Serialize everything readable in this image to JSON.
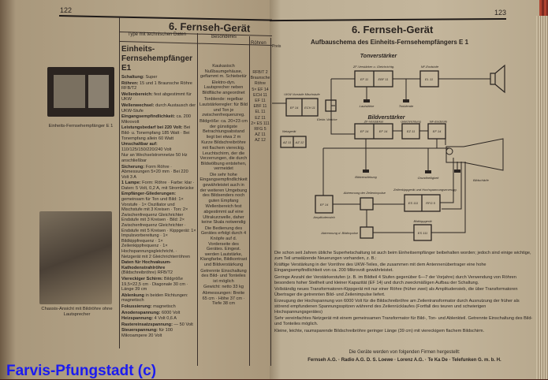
{
  "left_page": {
    "page_number": "122",
    "title": "6. Fernseh-Gerät",
    "columns": [
      "Type mit technischen Daten",
      "Besonderes",
      "Röhren",
      "Preis"
    ],
    "model_name": "Einheits-Fernsehempfänger E1",
    "photo_captions": [
      "Einheits-Fernsehempfänger E 1",
      "Chassis-Ansicht mit Bildröhre ohne Lautsprecher"
    ],
    "specs": [
      {
        "k": "Schaltung:",
        "v": "Super"
      },
      {
        "k": "Röhren:",
        "v": "15 und 1 Braunsche Röhre RFB/T2"
      },
      {
        "k": "Wellenbereich:",
        "v": "fest abgestimmt für UKW"
      },
      {
        "k": "Wellenwechsel:",
        "v": "durch Austausch der UKW-Stufe"
      },
      {
        "k": "Eingangsempfindlichkeit:",
        "v": "ca. 200 Mikrovolt"
      },
      {
        "k": "Leistungsbedarf bei 220 Volt:",
        "v": "Bei Bild- u. Tonempfang 185 Watt · Bei Tonempfang allein 60 Watt"
      },
      {
        "k": "Umschaltbar auf:",
        "v": "110/125/150/220/240 Volt"
      },
      {
        "k": "",
        "v": "Nur an Wechselstromnetze 50 Hz anschließbar"
      },
      {
        "k": "Sicherung:",
        "v": "Form Röhre · Abmessungen 5×20 mm · Bei 220 Volt 3 A"
      },
      {
        "k": "1 Lampe:",
        "v": "Form: Röhre · Farbe: klar · Daten: 5 Volt, 0,2 A, mit Strombrücke"
      },
      {
        "k": "Empfänger-Gliederungen:",
        "v": "gemeinsam für Ton und Bild: 1× Vorstufe · 1× Oszillator und Mischstufe mit 3 Kreisen · Ton: 2× Zwischenfrequenz Gleichrichter Endstufe mit 3 Kreisen · Bild: 2× Zwischenfrequenz Gleichrichter · Endstufe mit 5 Kreisen · Kippgerät: 1× Impulsvorbereitung · 1× Bildkippfrequenz · 1× Zeilenkippfrequenz · 1× Hochspannungsgleichricht. · Netzgerät mit 2 Gleichrichterröhren"
      },
      {
        "k": "Daten für Hochvakuum-Kathodenstrahlröhre",
        "v": "(Bildschreibröhre) RFB/T2"
      },
      {
        "k": "Viereckiger Schirm:",
        "v": "Bildgröße 19,5×22,5 cm · Diagonale 30 cm · Länge 39 cm"
      },
      {
        "k": "Ablenkung",
        "v": "in beiden Richtungen: magnetisch"
      },
      {
        "k": "Fokussierung:",
        "v": "magnetisch"
      },
      {
        "k": "Anodenspannung:",
        "v": "6000 Volt"
      },
      {
        "k": "Heizspannung:",
        "v": "4 Volt 0,6 A"
      },
      {
        "k": "Rastereinsatzspannung:",
        "v": "— 50 Volt"
      },
      {
        "k": "Steuerspannung:",
        "v": "für 100 Mikroampere 20 Volt"
      }
    ],
    "features": [
      "Kaukasisch Nußbaumgehäuse, geflammt m. Schiebetür",
      "Elektro-dyn. Lautsprecher neben Bildfläche angeordnet",
      "Tonblende: regelbar",
      "Lautstärkeregler: für Bild und Ton je zwischenfrequenzreg.",
      "Bildgröße: ca. 20×23 cm der günstigste Betrachtungsabstand liegt bei etwa 2 m",
      "Kurze Bildschreibröhre mit flachem viereckig. Leuchtschirm, der die Verzerrungen, die durch Bildwölbung entstehen, vermeidet",
      "Die sehr hohe Eingangsempfindlichkeit gewährleistet auch in der weiteren Umgebung des Bildsenders noch guten Empfang",
      "Wellenbereich fest abgestimmt auf eine Ultrakurzwelle, daher keine Skala notwendig",
      "Die Bedienung des Gerätes erfolgt durch 4 Knöpfe auf d. Vorderseite des Gerätes. Eingest. werden Lautstärke, Klangfarbe, Bildkontrast und Bildverstärkung",
      "Getrennte Einschaltung des Bild- und Tonteiles ist möglich",
      "Gewicht: netto 33 kg",
      "Abmessungen: Breite 65 cm · Höhe 37 cm · Tiefe 38 cm"
    ],
    "tubes": [
      "RFB/T 2",
      "Braunsche Röhre",
      "5× EF 14",
      "ECH 11",
      "EF 11",
      "EBF 11",
      "EL 11",
      "EZ 11",
      "2× ES 111",
      "RFG 5",
      "AZ 11",
      "AZ 12"
    ]
  },
  "right_page": {
    "page_number": "123",
    "title": "6. Fernseh-Gerät",
    "subtitle": "Aufbauschema des Einheits-Fernsehempfängers E 1",
    "diagram": {
      "ton_label": "Tonverstärker",
      "bild_label": "Bildverstärker",
      "ton_zf_label": "ZF-Verstärker u. Gleichrichtg.",
      "ton_nf_label": "NF-Endstufe",
      "ton_zf_tubes": [
        "EF 11",
        "EBF 11"
      ],
      "ton_nf_tube": "EL 11",
      "ukw_label": "UKW Vorstufe  Mischstufe",
      "ukw_tubes": [
        "EF 14",
        "ECH 11"
      ],
      "weiche_label": "Elektr. Weiche",
      "lautstaerke": "Lautstärke",
      "tonblende": "Tonblende",
      "bild_zf_label": "ZF-Verstärker",
      "bild_gl_label": "Gleichrichtung",
      "bild_nf_label": "NF-Endstufe",
      "bild_zf_tubes": [
        "EF 14",
        "EF 14"
      ],
      "bild_gl_tube": "EZ 11",
      "bild_nf_tube": "EF 14",
      "netz_label": "Netzgerät",
      "netz_tubes": [
        "AZ 11",
        "AZ 12"
      ],
      "bildverstaerkung": "Bildverstärkung",
      "grundhelligkeit": "Grundhelligkeit",
      "bildschaerfe": "Bildschärfe",
      "amplitudensieb_tube": "EF 14",
      "amplitudensieb": "Amplitudensieb",
      "zeilen_abtrennung": "Abtrennung der Zeilenimpulse",
      "zeilenkipp_label": "Zeilenkippgerät und Hochspannungserzeugg.",
      "zeilenkipp_tubes": [
        "ES 111",
        "RFG 5"
      ],
      "bild_abtrennung": "Abtrennung d. Bildimpulse",
      "bildkipp_label": "Bildkippgerät",
      "bildkipp_tube": "ES 111"
    },
    "paragraphs": [
      "Die schon seit Jahren übliche Superhetschaltung ist auch beim Einheitsempfänger beibehalten worden; jedoch sind einige wichtige, zum Teil umwälzende Neuerungen vorhanden, z. B.:",
      "Kräftige Verstärkung in der Vorröhre des UKW-Teiles, die zusammen mit dem Antennenübertrager eine hohe Eingangsempfindlichkeit von ca. 200 Mikrovolt gewährleistet.",
      "Geringe Anzahl der Verstärkerstufen (z. B. im Bildteil 4 Stufen gegenüber 6—7 der Vorjahre) durch Verwendung von Röhren besonders hoher Steilheit und kleiner Kapazität (EF 14) und durch zweckmäßigen Aufbau der Schaltung.",
      "Vollständig neues Transformatoren-Kippgerät mit nur einer Röhre (früher zwei) als Amplitudensieb, die über Transformatoren Übertrager die getrennten Bild- und Zeilenimpulse liefert.",
      "Erzeugung der Hochspannung von 6000 Volt für die Bildschreibröhre am Zeilentransformator durch Ausnutzung der früher als störend empfundenen Spannungsspitzen während des Zeilenrücklaufes (Fortfall des teuren und schwierigen Hochspannungsgerätes)",
      "Sehr vereinfachtes Netzgerät mit einem gemeinsamen Transformator für Bild-, Ton- und Ablenkteil. Getrennte Einschaltung des Bild- und Tonteiles möglich.",
      "Kleine, leichte, raumsparende Bildschreibröhre geringer Länge (39 cm) mit viereckigem flachem Bildschirm."
    ],
    "footer_intro": "Die Geräte werden von folgenden Firmen hergestellt:",
    "footer_firms": "Fernseh A.G. · Radio A.G. D. S. Loewe · Lorenz A.G. · Te Ka De · Telefunken G. m. b. H."
  },
  "watermark": "Farvis-Pfungstadt (c)",
  "colors": {
    "watermark": "#1b1bf0",
    "ink": "#2a2420",
    "paper": "#c0b299"
  }
}
